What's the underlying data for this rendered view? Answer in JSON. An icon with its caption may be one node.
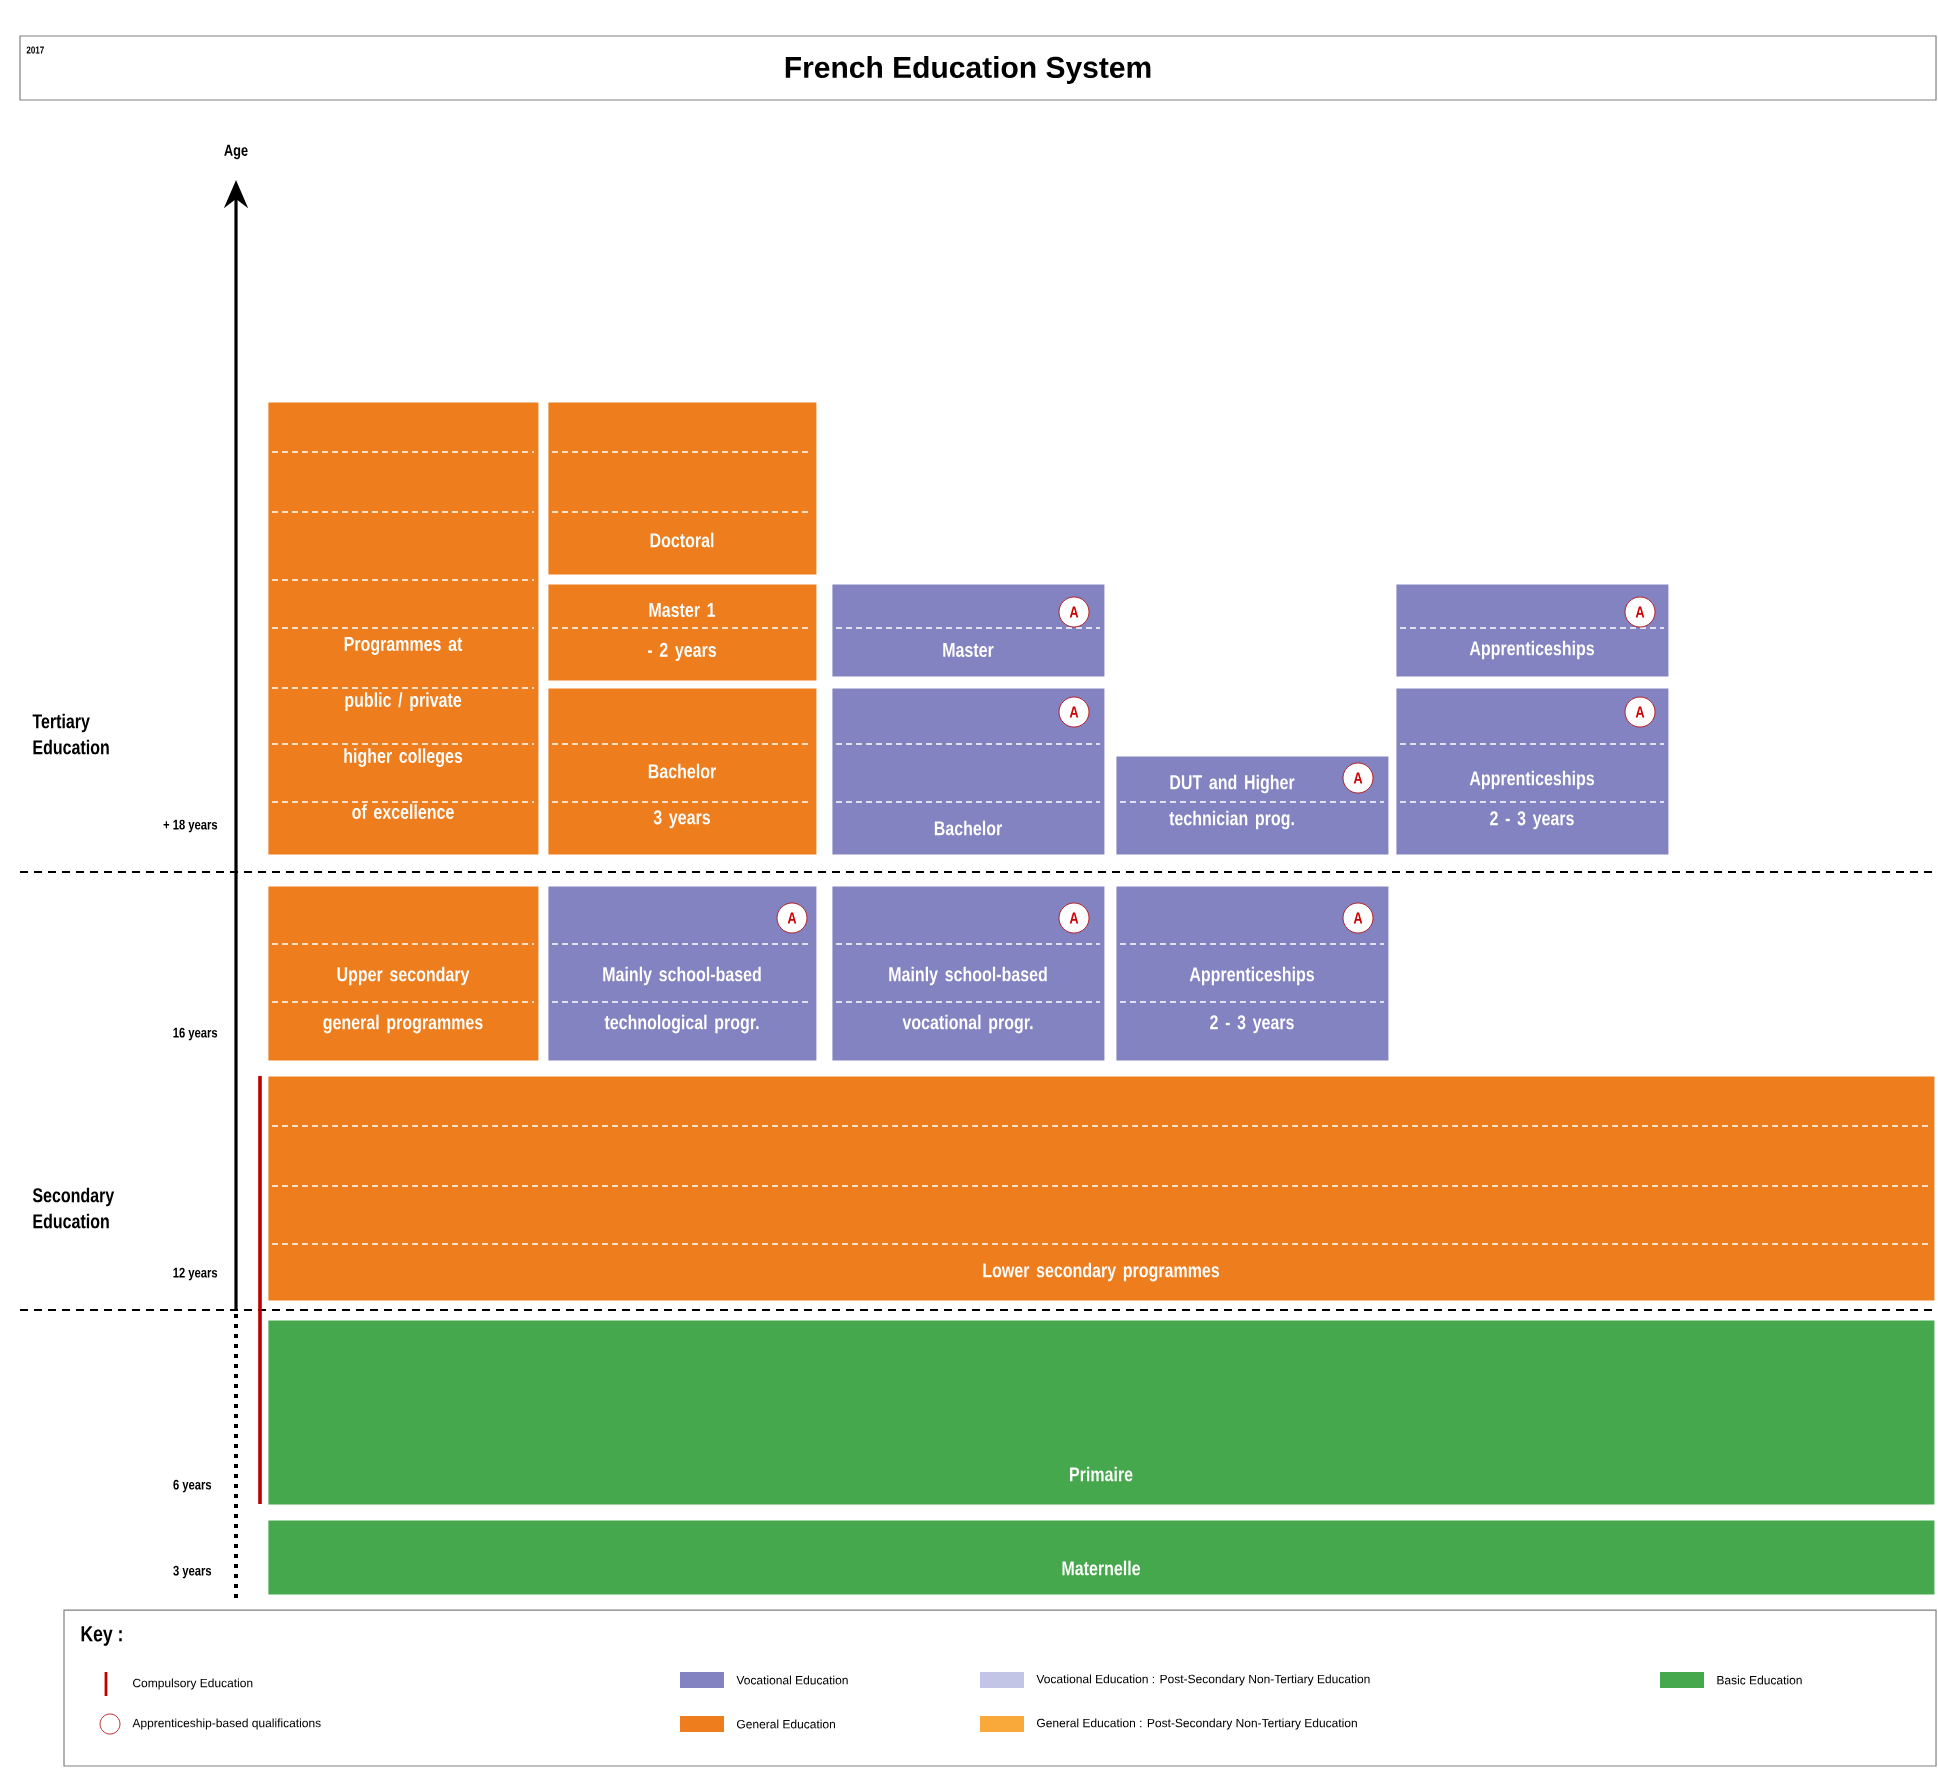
{
  "diagram": {
    "title": "French Education System",
    "nodes": [
      {
        "text": [
          "Programmes at public / private higher colleges of excellence"
        ]
      },
      {
        "text": [
          "Doctoral"
        ]
      },
      {
        "text": [
          "Master 1 - 2 years"
        ]
      },
      {
        "text": [
          "Master"
        ]
      },
      {
        "text": [
          "A"
        ],
        "in": 3
      },
      {
        "text": [
          "Apprenticeships"
        ]
      },
      {
        "text": [
          "A"
        ],
        "in": 5
      },
      {
        "text": [
          "Bachelor 3 years"
        ]
      },
      {
        "text": [
          "Bachelor"
        ]
      },
      {
        "text": [
          "A"
        ],
        "in": 8
      },
      {
        "text": [
          "DUT and Higher technician prog."
        ]
      },
      {
        "text": [
          "A"
        ],
        "in": 10
      },
      {
        "text": [
          "Apprenticeships 2 - 3 years"
        ]
      },
      {
        "text": [
          "A"
        ],
        "in": 12
      },
      {
        "text": [
          "Upper secondary general programmes"
        ]
      },
      {
        "text": [
          "Mainly school-based technological progr."
        ]
      },
      {
        "text": [
          "A"
        ],
        "in": 15
      },
      {
        "text": [
          "Mainly school-based vocational progr."
        ]
      },
      {
        "text": [
          "A"
        ],
        "in": 17
      },
      {
        "text": [
          "Apprenticeships 2 - 3 years"
        ]
      },
      {
        "text": [
          "A"
        ],
        "in": 19
      },
      {
        "text": [
          "Lower secondary programmes"
        ]
      },
      {
        "text": [
          "Primaire"
        ]
      },
      {
        "text": [
          "Maternelle"
        ]
      }
    ],
    "labels": [
      "2017",
      "Age",
      "Tertiary Education",
      "+ 18 years",
      "16 years",
      "Secondary Education",
      "12 years",
      "6 years",
      "3 years",
      "Key :"
    ],
    "legend": [
      {
        "text": "Compulsory Education"
      },
      {
        "text": "Vocational Education",
        "color": "#8383c1"
      },
      {
        "text": "Vocational Education : Post-Secondary Non-Tertiary Education",
        "color": "#c3c5e6"
      },
      {
        "text": "Basic Education",
        "color": "#46a84c"
      },
      {
        "text": "Apprenticeship-based qualifications"
      },
      {
        "text": "General Education",
        "color": "#ee7d1e"
      },
      {
        "text": "General Education : Post-Secondary Non-Tertiary Education",
        "color": "#f9a93a"
      }
    ]
  }
}
